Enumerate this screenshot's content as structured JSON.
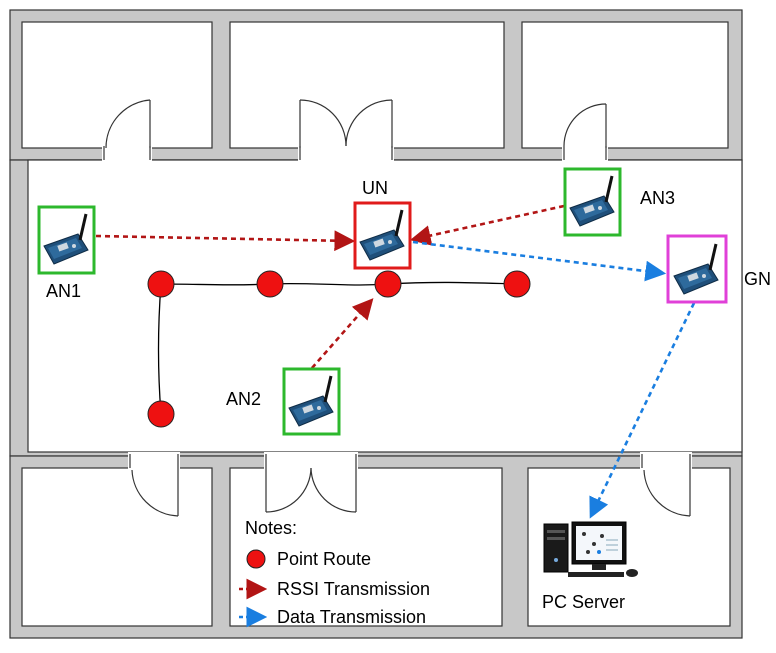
{
  "nodes": {
    "an1": {
      "label": "AN1"
    },
    "an2": {
      "label": "AN2"
    },
    "an3": {
      "label": "AN3"
    },
    "un": {
      "label": "UN"
    },
    "gn": {
      "label": "GN"
    }
  },
  "server": {
    "label": "PC Server"
  },
  "notes": {
    "title": "Notes:",
    "point_route": "Point Route",
    "rssi": "RSSI Transmission",
    "data": "Data Transmission"
  },
  "colors": {
    "anchor_border": "#2db82d",
    "unknown_border": "#e01b1b",
    "gateway_border": "#e040d8",
    "route_point": "#ee1111",
    "rssi_arrow": "#b21515",
    "data_arrow": "#1a7ee0",
    "wall": "#c8c8c8"
  }
}
